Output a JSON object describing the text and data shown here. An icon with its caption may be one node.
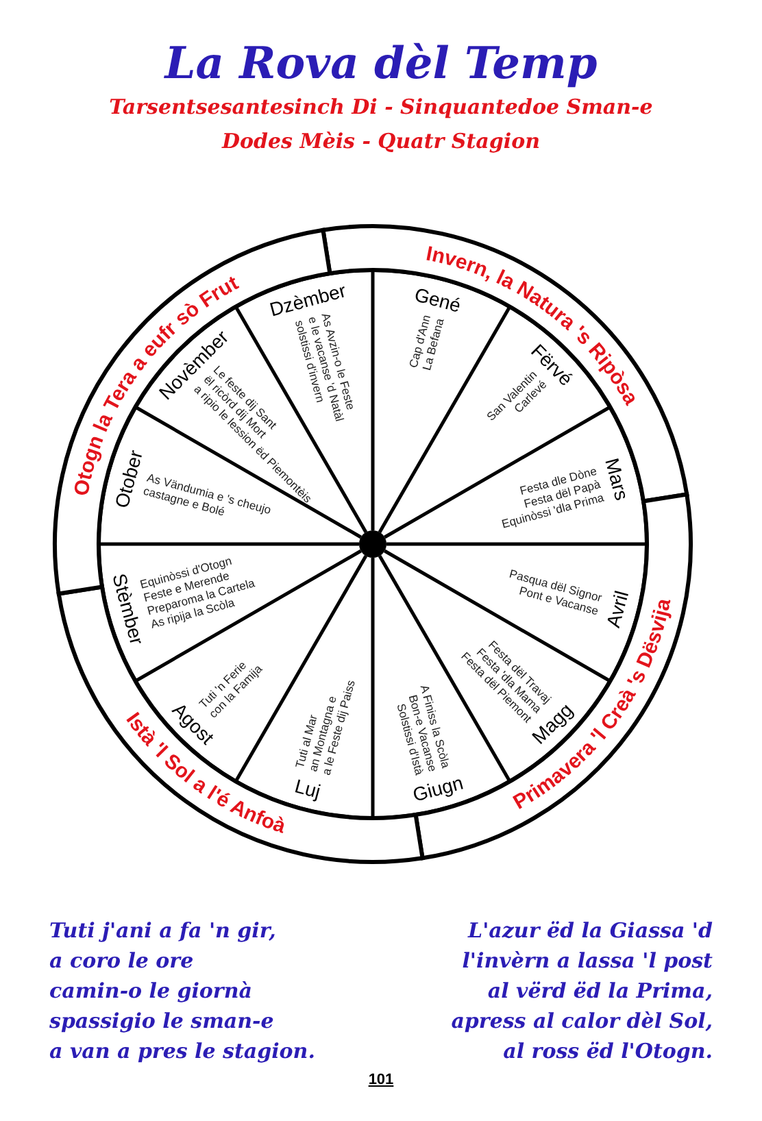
{
  "diagram": {
    "title": "La Rova dèl Temp",
    "nodes": [
      {
        "text": [
          "Invern, la Natura 's Ripòsa"
        ]
      },
      {
        "text": [
          "Primavera 'l Creà 's Dësvija"
        ]
      },
      {
        "text": [
          "Istà 'l Sol a l'é Anfoà"
        ]
      },
      {
        "text": [
          "Otogn la Tera a eufr sò Frut"
        ]
      },
      {
        "text": [
          "Gené",
          "Cap d'Ann",
          "La Befana"
        ]
      },
      {
        "text": [
          "Fërvé",
          "San Valentin",
          "Carlevé"
        ]
      },
      {
        "text": [
          "Mars",
          "Festa dle Dòne",
          "Festa dël Papà",
          "Equinòssi 'dla Prima"
        ]
      },
      {
        "text": [
          "Avril",
          "Pasqua dël Signor",
          "Pont e Vacanse"
        ]
      },
      {
        "text": [
          "Magg",
          "Festa dël Travaj",
          "Festa 'dla Mama",
          "Festa dël Piemont"
        ]
      },
      {
        "text": [
          "Giugn",
          "A Finiss la Scòla",
          "Bon-e Vacanse",
          "Solstissi d'Istà"
        ]
      },
      {
        "text": [
          "Luj",
          "Tuti al Mar",
          "an Montagna e",
          "a le Feste dij Paiss"
        ]
      },
      {
        "text": [
          "Agost",
          "Tuti 'n Ferie",
          "con la Famija"
        ]
      },
      {
        "text": [
          "Stèmber",
          "Equinòssi d'Otogn",
          "Feste e Merende",
          "Preparoma la Cartela",
          "As ripija la Scòla"
        ]
      },
      {
        "text": [
          "Otober",
          "As Vändumia e 's cheujo",
          "castagne e Bolé"
        ]
      },
      {
        "text": [
          "Novèmber",
          "Le feste dij Sant",
          "ël ricòrd dij Mort",
          "a ripio le lession ëd Piemontèis"
        ]
      },
      {
        "text": [
          "Dzèmber",
          "As Avzin-o le Feste",
          "e le vacanse 'd Natàl",
          "solstissi d'invern"
        ]
      }
    ],
    "labels": [
      "Tarsentsesantesinch Di - Sinquantedoe Sman-e",
      "Dodes Mèis - Quatr Stagion",
      "Tuti j'ani a fa 'n gir,",
      "a coro le ore",
      "camin-o le giornà",
      "spassigio le sman-e",
      "a van a pres le stagion.",
      "L'azur ëd la Giassa 'd",
      "l'invèrn a lassa 'l post",
      "al vërd ëd la Prima,",
      "apress al calor dèl Sol,",
      "al ross ëd l'Otogn.",
      "101"
    ]
  }
}
